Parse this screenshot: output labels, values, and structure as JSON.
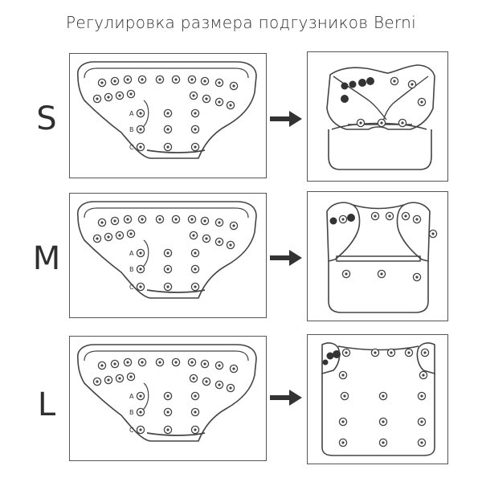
{
  "title": "Регулировка размера подгузников Berni",
  "colors": {
    "line": "#444444",
    "text": "#2f2f2f",
    "dark_snap": "#333333",
    "frame": "#555555"
  },
  "icons": {
    "arrow": "right-arrow-icon"
  },
  "snap_letters": [
    "A",
    "B",
    "C"
  ],
  "rows": [
    {
      "label": "S"
    },
    {
      "label": "M"
    },
    {
      "label": "L"
    }
  ]
}
